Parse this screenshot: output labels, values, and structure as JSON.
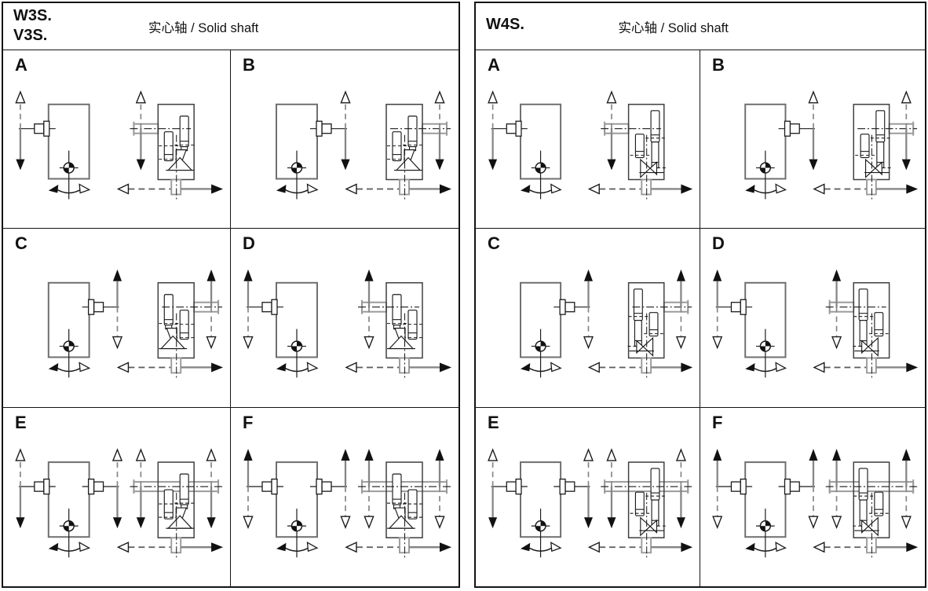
{
  "panels": [
    {
      "id": "w3s-v3s",
      "title_lines": [
        "W3S.",
        "V3S."
      ],
      "header_label": "实心轴 / Solid shaft",
      "variant": "W3S",
      "cells": [
        {
          "letter": "A",
          "input_side": "left",
          "arrow_up": "hollow-dashed",
          "arrow_down": "solid",
          "internals_mirrored": false
        },
        {
          "letter": "B",
          "input_side": "right",
          "arrow_up": "hollow-dashed",
          "arrow_down": "solid",
          "internals_mirrored": false
        },
        {
          "letter": "C",
          "input_side": "right",
          "arrow_up": "solid",
          "arrow_down": "hollow-dashed",
          "internals_mirrored": true
        },
        {
          "letter": "D",
          "input_side": "left",
          "arrow_up": "solid",
          "arrow_down": "hollow-dashed",
          "internals_mirrored": true
        },
        {
          "letter": "E",
          "input_side": "both",
          "arrow_up": "hollow-dashed",
          "arrow_down": "solid",
          "internals_mirrored": false
        },
        {
          "letter": "F",
          "input_side": "both",
          "arrow_up": "solid",
          "arrow_down": "hollow-dashed",
          "internals_mirrored": true
        }
      ]
    },
    {
      "id": "w4s",
      "title_lines": [
        "W4S."
      ],
      "header_label": "实心轴 / Solid shaft",
      "variant": "W4S",
      "cells": [
        {
          "letter": "A",
          "input_side": "left",
          "arrow_up": "hollow-dashed",
          "arrow_down": "solid",
          "internals_mirrored": false
        },
        {
          "letter": "B",
          "input_side": "right",
          "arrow_up": "hollow-dashed",
          "arrow_down": "solid",
          "internals_mirrored": false
        },
        {
          "letter": "C",
          "input_side": "right",
          "arrow_up": "solid",
          "arrow_down": "hollow-dashed",
          "internals_mirrored": true
        },
        {
          "letter": "D",
          "input_side": "left",
          "arrow_up": "solid",
          "arrow_down": "hollow-dashed",
          "internals_mirrored": true
        },
        {
          "letter": "E",
          "input_side": "both",
          "arrow_up": "hollow-dashed",
          "arrow_down": "solid",
          "internals_mirrored": false
        },
        {
          "letter": "F",
          "input_side": "both",
          "arrow_up": "solid",
          "arrow_down": "hollow-dashed",
          "internals_mirrored": true
        }
      ]
    }
  ],
  "output_motion": {
    "front_view_rock_arc": {
      "left_head": "solid",
      "right_head": "hollow"
    },
    "side_view_bottom": {
      "left_arrow": "hollow-dashed",
      "right_arrow": "solid"
    }
  },
  "colors": {
    "line": "#1b1b1b",
    "gray_line": "#868686",
    "box_front": "#6f6f6f",
    "box_side": "#3f3f3f",
    "shaft_gray": "#9a9a9a",
    "arrow_fill": "#111111",
    "border": "#141414",
    "background": "#ffffff"
  }
}
